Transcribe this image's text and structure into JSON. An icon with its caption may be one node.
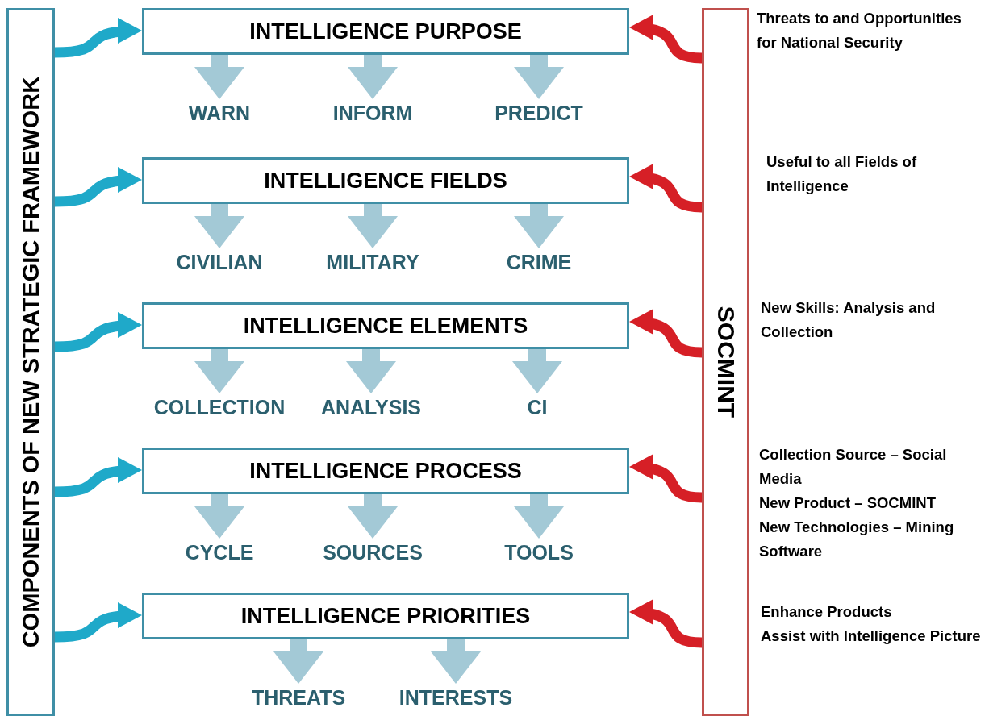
{
  "diagram": {
    "nodes": [
      {
        "text": [
          "COMPONENTS OF NEW STRATEGIC FRAMEWORK"
        ]
      },
      {
        "text": [
          "SOCMINT"
        ]
      },
      {
        "text": [
          "INTELLIGENCE PURPOSE"
        ]
      },
      {
        "text": [
          "WARN"
        ]
      },
      {
        "text": [
          "INFORM"
        ]
      },
      {
        "text": [
          "PREDICT"
        ]
      },
      {
        "text": [
          "INTELLIGENCE FIELDS"
        ]
      },
      {
        "text": [
          "CIVILIAN"
        ]
      },
      {
        "text": [
          "MILITARY"
        ]
      },
      {
        "text": [
          "CRIME"
        ]
      },
      {
        "text": [
          "INTELLIGENCE ELEMENTS"
        ]
      },
      {
        "text": [
          "COLLECTION"
        ]
      },
      {
        "text": [
          "ANALYSIS"
        ]
      },
      {
        "text": [
          "CI"
        ]
      },
      {
        "text": [
          "INTELLIGENCE PROCESS"
        ]
      },
      {
        "text": [
          "CYCLE"
        ]
      },
      {
        "text": [
          "SOURCES"
        ]
      },
      {
        "text": [
          "TOOLS"
        ]
      },
      {
        "text": [
          "INTELLIGENCE PRIORITIES"
        ]
      },
      {
        "text": [
          "THREATS"
        ]
      },
      {
        "text": [
          "INTERESTS"
        ]
      }
    ],
    "edges": [
      {
        "from": 0,
        "to": 2,
        "arrow": "to",
        "color": "#1fa9c9"
      },
      {
        "from": 1,
        "to": 2,
        "arrow": "to",
        "color": "#d61f26"
      },
      {
        "from": 2,
        "to": 3,
        "arrow": "to"
      },
      {
        "from": 2,
        "to": 4,
        "arrow": "to"
      },
      {
        "from": 2,
        "to": 5,
        "arrow": "to"
      },
      {
        "from": 0,
        "to": 6,
        "arrow": "to",
        "color": "#1fa9c9"
      },
      {
        "from": 1,
        "to": 6,
        "arrow": "to",
        "color": "#d61f26"
      },
      {
        "from": 6,
        "to": 7,
        "arrow": "to"
      },
      {
        "from": 6,
        "to": 8,
        "arrow": "to"
      },
      {
        "from": 6,
        "to": 9,
        "arrow": "to"
      },
      {
        "from": 0,
        "to": 10,
        "arrow": "to",
        "color": "#1fa9c9"
      },
      {
        "from": 1,
        "to": 10,
        "arrow": "to",
        "color": "#d61f26"
      },
      {
        "from": 10,
        "to": 11,
        "arrow": "to"
      },
      {
        "from": 10,
        "to": 12,
        "arrow": "to"
      },
      {
        "from": 10,
        "to": 13,
        "arrow": "to"
      },
      {
        "from": 0,
        "to": 14,
        "arrow": "to",
        "color": "#1fa9c9"
      },
      {
        "from": 1,
        "to": 14,
        "arrow": "to",
        "color": "#d61f26"
      },
      {
        "from": 14,
        "to": 15,
        "arrow": "to"
      },
      {
        "from": 14,
        "to": 16,
        "arrow": "to"
      },
      {
        "from": 14,
        "to": 17,
        "arrow": "to"
      },
      {
        "from": 0,
        "to": 18,
        "arrow": "to",
        "color": "#1fa9c9"
      },
      {
        "from": 1,
        "to": 18,
        "arrow": "to",
        "color": "#d61f26"
      },
      {
        "from": 18,
        "to": 19,
        "arrow": "to"
      },
      {
        "from": 18,
        "to": 20,
        "arrow": "to"
      }
    ],
    "labels": [
      "Threats to and Opportunities for National Security",
      "Useful to all Fields of Intelligence",
      "New Skills: Analysis and Collection",
      "Collection Source –  Social Media",
      "New Product – SOCMINT",
      "New Technologies – Mining Software",
      "Enhance Products",
      "Assist with Intelligence Picture"
    ]
  }
}
